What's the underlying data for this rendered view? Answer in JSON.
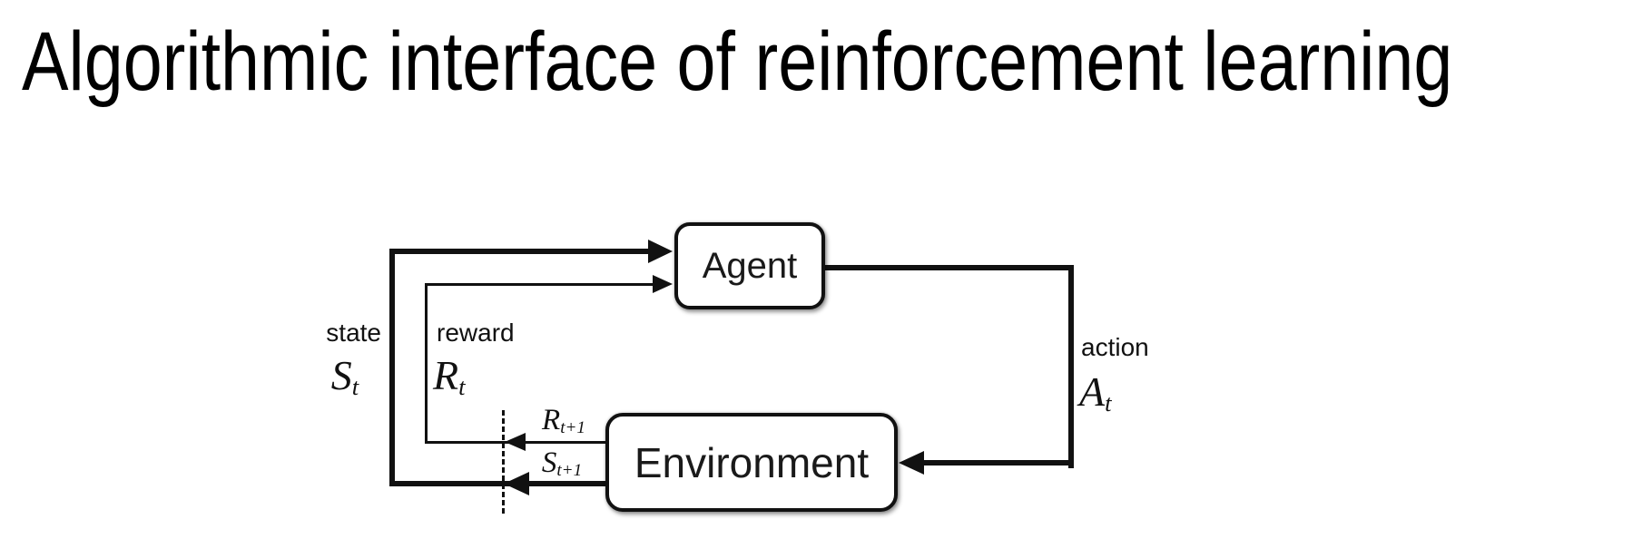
{
  "title": "Algorithmic interface of reinforcement learning",
  "diagram": {
    "agent_label": "Agent",
    "environment_label": "Environment",
    "labels": {
      "state": {
        "word": "state",
        "base": "S",
        "sub": "t"
      },
      "reward": {
        "word": "reward",
        "base": "R",
        "sub": "t"
      },
      "action": {
        "word": "action",
        "base": "A",
        "sub": "t"
      },
      "next_reward": {
        "base": "R",
        "sub": "t+1"
      },
      "next_state": {
        "base": "S",
        "sub": "t+1"
      }
    },
    "colors": {
      "ink": "#111111",
      "background": "#ffffff"
    }
  }
}
